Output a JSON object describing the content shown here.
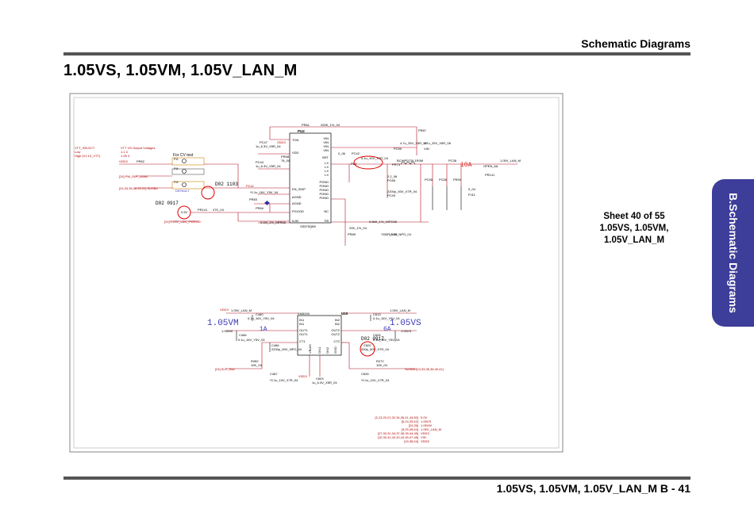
{
  "header": {
    "section_title": "Schematic Diagrams"
  },
  "page_title": "1.05VS, 1.05VM, 1.05V_LAN_M",
  "side_tab": "B.Schematic Diagrams",
  "sheet_info": {
    "line1": "Sheet 40 of 55",
    "line2": "1.05VS, 1.05VM,",
    "line3": "1.05V_LAN_M"
  },
  "footer": {
    "title": "1.05VS, 1.05VM, 1.05V_LAN_M B - 41"
  },
  "schematic": {
    "vtt_select": {
      "title": "VTT_SELECT",
      "low": "Low",
      "high": "High (V1.10_VTT)"
    },
    "vtt_vs": {
      "title": "VTT VS Output Voltages",
      "v1": "1.1 V",
      "v2": "1.05 V"
    },
    "cv_test": "For CV test",
    "default_label": "DEFAULT",
    "note_1103": "D02 1103",
    "note_0917_top": "D02 0917",
    "note_0917_bottom": "D02 0917",
    "top_ic": {
      "ref": "PU2",
      "part": "G5575QB0",
      "pins_left": [
        "TON",
        "VDD",
        "EN_SKIP",
        "AGND",
        "AGND",
        "PGOOD",
        "ILIM"
      ],
      "pins_right": [
        "VIN",
        "VIN",
        "VIN",
        "VIN",
        "BST",
        "LX",
        "LX",
        "LX",
        "LX",
        "PGND",
        "PGND",
        "PGND",
        "PGND",
        "PGND",
        "NC",
        "FB"
      ]
    },
    "top_labels": [
      "PR61",
      "200K_1%_04",
      "PC47",
      "1u_6.3V_X5R_04",
      "VDD3",
      "PR68",
      "76_04",
      "PC44",
      "1u_6.3V_X5R_04",
      "PC41",
      "*0.1u_16V_Y5V_04",
      "PR83",
      "10K_04",
      "PR84",
      "0.1M_1%_04",
      "PR66",
      "0_06",
      "PC42",
      "0.1u_10V_X7R_04",
      "PL3",
      "BCIHP0730-1R0M",
      "PR73",
      "2.2_06",
      "PC66",
      "2200p_50V_X7R_04",
      "PC49",
      "4.7u_25V_X5R_08",
      "PC50",
      "4.7u_25V_X5R_08",
      "VIN",
      "PR67",
      "20K_1%_04",
      "PR89",
      "0.56K_1%_04",
      "PC65",
      "*330P_50V_NPO_04",
      "V1.05",
      "PC38",
      "PC55",
      "PC56",
      "PR90",
      "0_04",
      "PJ11",
      "OPEN_6A",
      "PR141",
      "47K_04",
      "PR63",
      "PR64"
    ],
    "current_top": "10A",
    "rail_top_right": "1.05V_LAN_M",
    "top_net_labels": [
      "[24] PM_SLP_LAN#",
      "[24,33,35,36,40,41] SUSB#",
      "[24] 1.05V_LAN_PWRGD"
    ],
    "bottom_ic": {
      "ref": "U10",
      "part": "EM5209",
      "pins_left": [
        "IN1",
        "IN1",
        "OUT1",
        "OUT1",
        "CT1"
      ],
      "pins_right": [
        "IN2",
        "IN2",
        "OUT2",
        "OUT2",
        "CT2"
      ],
      "pins_mid": [
        "VBIAS",
        "ON1",
        "ON2",
        "GND"
      ]
    },
    "rail_left": "1.05VM",
    "rail_right": "1.05VS",
    "current_left": "1A",
    "current_right": "6A",
    "bottom_labels": [
      "1.05V_LAN_M",
      "C460",
      "0.1u_16V_Y5V_04",
      "C466",
      "0.1u_16V_Y5V_04",
      "C466",
      "0.1u_16V_Y5V_04",
      "C486",
      "2200p_50V_NPO_04",
      "R282",
      "10K_04",
      "C467",
      "*0.1u_10V_X7R_04",
      "C603",
      "1u_6.3V_X5R_04",
      "1.05V_LAN_M",
      "C613",
      "0.1u_16V_Y5V_04",
      "C605",
      "0.1u_16V_Y5V_04",
      "C602",
      "000p_50V_X7R_04",
      "R272",
      "10K_04",
      "C626",
      "*0.1u_10V_X7R_04",
      "VDD3",
      "VDD3"
    ],
    "bottom_net_labels": [
      "[24] SLP_S4#",
      "SUSB# [24,33,35,36,40,41]"
    ],
    "legend": [
      {
        "refs": "[2,13,20,21,32,34,36,41,44,50]",
        "net": "5.0V"
      },
      {
        "refs": "[6,24,25,42]",
        "net": "1.05VS"
      },
      {
        "refs": "[24,26]",
        "net": "1.05VM"
      },
      {
        "refs": "[9,25,28,44]",
        "net": "1.05V_LAN_M"
      },
      {
        "refs": "[27,30,31,34,37,38,39,44,45]",
        "net": "VDD3"
      },
      {
        "refs": "[10,30,41,42,43,44,45,47,48]",
        "net": "VIN"
      },
      {
        "refs": "[24,38,44]",
        "net": "VDD5"
      }
    ]
  }
}
